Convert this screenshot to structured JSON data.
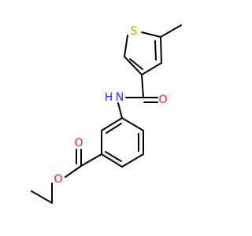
{
  "molecule": {
    "atoms": {
      "sulfur": {
        "symbol": "S",
        "color": "#C8A400"
      },
      "amide_nitrogen": {
        "symbol": "N",
        "hydrogen": "H",
        "color": "#2A2AFF"
      },
      "amide_oxygen": {
        "symbol": "O",
        "color": "#FF2020"
      },
      "ester_carbonyl_oxygen": {
        "symbol": "O",
        "color": "#FF2020"
      },
      "ester_ether_oxygen": {
        "symbol": "O",
        "color": "#FF2020"
      }
    }
  }
}
